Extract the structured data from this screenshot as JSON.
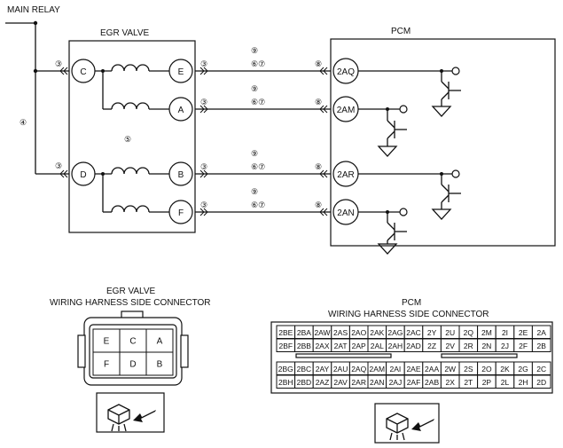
{
  "labels": {
    "main_relay": "MAIN RELAY",
    "egr_valve": "EGR VALVE",
    "pcm": "PCM",
    "egr_conn_title_1": "EGR VALVE",
    "egr_conn_title_2": "WIRING HARNESS SIDE CONNECTOR",
    "pcm_conn_title_1": "PCM",
    "pcm_conn_title_2": "WIRING HARNESS SIDE CONNECTOR"
  },
  "circled": {
    "n3": "③",
    "n4": "④",
    "n5": "⑤",
    "n6": "⑥",
    "n7": "⑦",
    "n8": "⑧",
    "n9": "⑨",
    "n67": "⑥⑦"
  },
  "egr_pins": {
    "c": "C",
    "a": "A",
    "d": "D",
    "b": "B",
    "e": "E",
    "f": "F"
  },
  "pcm_pins": {
    "aq": "2AQ",
    "am": "2AM",
    "ar": "2AR",
    "an": "2AN"
  },
  "egr_connector": [
    [
      "E",
      "C",
      "A"
    ],
    [
      "F",
      "D",
      "B"
    ]
  ],
  "pcm_connector_rows": [
    [
      "2BE",
      "2BA",
      "2AW",
      "2AS",
      "2AO",
      "2AK",
      "2AG",
      "2AC",
      "2Y",
      "2U",
      "2Q",
      "2M",
      "2I",
      "2E",
      "2A"
    ],
    [
      "2BF",
      "2BB",
      "2AX",
      "2AT",
      "2AP",
      "2AL",
      "2AH",
      "2AD",
      "2Z",
      "2V",
      "2R",
      "2N",
      "2J",
      "2F",
      "2B"
    ],
    [
      "2BG",
      "2BC",
      "2AY",
      "2AU",
      "2AQ",
      "2AM",
      "2AI",
      "2AE",
      "2AA",
      "2W",
      "2S",
      "2O",
      "2K",
      "2G",
      "2C"
    ],
    [
      "2BH",
      "2BD",
      "2AZ",
      "2AV",
      "2AR",
      "2AN",
      "2AJ",
      "2AF",
      "2AB",
      "2X",
      "2T",
      "2P",
      "2L",
      "2H",
      "2D"
    ]
  ]
}
